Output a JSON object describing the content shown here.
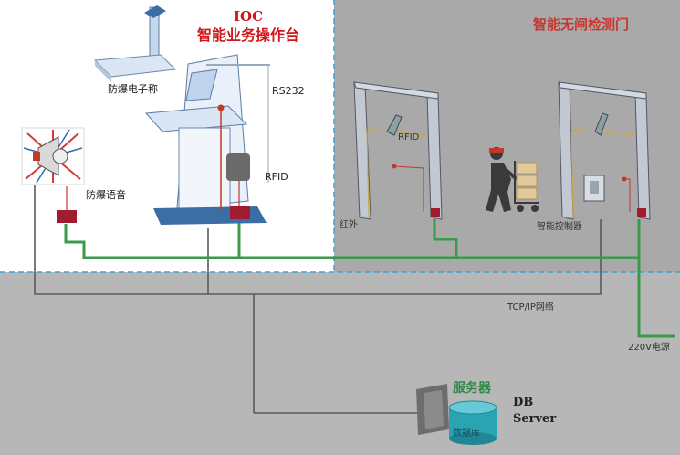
{
  "ioc_console": {
    "title_line1": "IOC",
    "title_line2": "智能业务操作台",
    "scale_label": "防爆电子称",
    "rs232_label": "RS232",
    "rfid_label": "RFID",
    "speaker_label": "防爆语音"
  },
  "gate": {
    "title": "智能无闸检测门",
    "rfid_label": "RFID",
    "infrared_label": "红外",
    "controller_label": "智能控制器"
  },
  "network": {
    "tcp_label": "TCP/IP网络",
    "power_label": "220V电源"
  },
  "server": {
    "title": "服务器",
    "db_line1": "DB",
    "db_line2": "Server",
    "cylinder_label": "数据库"
  },
  "colors": {
    "network_line": "#5a5a5a",
    "power_line": "#3a9a4a",
    "signal_line": "#c0392b",
    "gate_region": "#a9a9a9",
    "lower_region": "#b7b7b7",
    "title_red": "#d0161a"
  }
}
